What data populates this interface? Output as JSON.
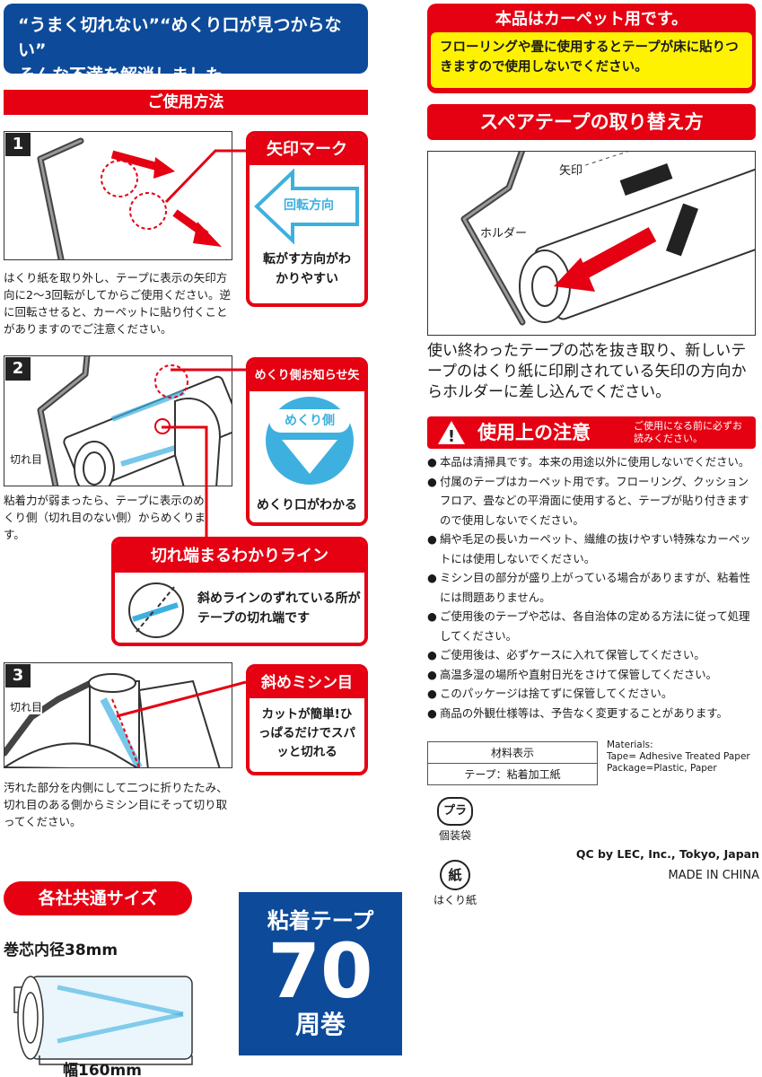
{
  "top_banner": {
    "line1": "“うまく切れない”“めくり口が見つからない”",
    "line2": "そんな不満を解消しました。"
  },
  "usage": {
    "title": "ご使用方法",
    "step1": {
      "num": "1",
      "text": "はくり紙を取り外し、テープに表示の矢印方向に2～3回転がしてからご使用ください。逆に回転させると、カーペットに貼り付くことがありますのでご注意ください。",
      "callout_title": "矢印マーク",
      "arrow_label": "回転方向",
      "callout_text": "転がす方向がわかりやすい"
    },
    "step2": {
      "num": "2",
      "label_kireme": "切れ目",
      "text": "粘着力が弱まったら、テープに表示のめくり側（切れ目のない側）からめくります。",
      "callout_title": "めくり側お知らせ矢印",
      "circle_label": "めくり側",
      "callout_text": "めくり口がわかる"
    },
    "line_callout": {
      "title": "切れ端まるわかりライン",
      "text": "斜めラインのずれている所がテープの切れ端です"
    },
    "step3": {
      "num": "3",
      "label_kireme": "切れ目",
      "text": "汚れた部分を内側にして二つに折りたたみ、切れ目のある側からミシン目にそって切り取ってください。",
      "callout_title": "斜めミシン目",
      "callout_text": "カットが簡単!ひっぱるだけでスパッと切れる"
    }
  },
  "size": {
    "badge": "各社共通サイズ",
    "core_label": "巻芯内径38mm",
    "width_label": "幅160mm"
  },
  "product": {
    "line1": "粘着テープ",
    "big": "70",
    "line3": "周巻"
  },
  "carpet": {
    "title": "本品はカーペット用です。",
    "text": "フローリングや畳に使用するとテープが床に貼りつきますので使用しないでください。"
  },
  "spare": {
    "title": "スペアテープの取り替え方",
    "label_arrow": "矢印",
    "label_holder": "ホルダー",
    "text": "使い終わったテープの芯を抜き取り、新しいテープのはくり紙に印刷されている矢印の方向からホルダーに差し込んでください。"
  },
  "caution": {
    "title": "使用上の注意",
    "sub": "ご使用になる前に必ずお読みください。",
    "items": [
      "本品は清掃具です。本来の用途以外に使用しないでください。",
      "付属のテープはカーペット用です。フローリング、クッションフロア、畳などの平滑面に使用すると、テープが貼り付きますので使用しないでください。",
      "絹や毛足の長いカーペット、繊維の抜けやすい特殊なカーペットには使用しないでください。",
      "ミシン目の部分が盛り上がっている場合がありますが、粘着性には問題ありません。",
      "ご使用後のテープや芯は、各自治体の定める方法に従って処理してください。",
      "ご使用後は、必ずケースに入れて保管してください。",
      "高温多湿の場所や直射日光をさけて保管してください。",
      "このパッケージは捨てずに保管してください。",
      "商品の外観仕様等は、予告なく変更することがあります。"
    ]
  },
  "materials": {
    "header": "材料表示",
    "row": "テープ：粘着加工紙",
    "en1": "Materials:",
    "en2": "Tape= Adhesive Treated Paper",
    "en3": "Package=Plastic, Paper"
  },
  "recycle": {
    "pla_mark": "プラ",
    "pla_label": "個装袋",
    "kami_mark": "紙",
    "kami_label": "はくり紙"
  },
  "maker": {
    "qc": "QC by LEC, Inc., Tokyo, Japan",
    "made": "MADE IN CHINA"
  },
  "colors": {
    "red": "#e50012",
    "blue": "#0d4a9a",
    "yellow": "#fff200",
    "cyan": "#3db0e0"
  }
}
